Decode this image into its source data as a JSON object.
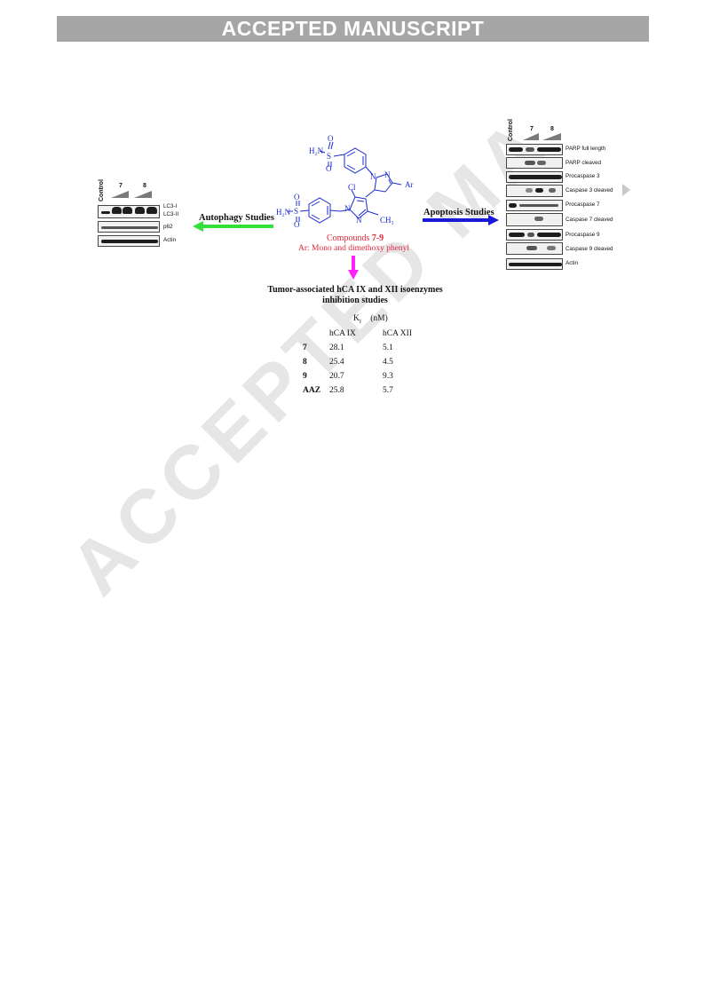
{
  "banner": {
    "text": "ACCEPTED MANUSCRIPT"
  },
  "watermark": {
    "text": "ACCEPTED MA"
  },
  "compound": {
    "title_prefix": "Compounds ",
    "title_bold": "7-9",
    "ar_note": "Ar: Mono and dimethoxy phenyl",
    "atoms": {
      "h2n_top": "H₂N",
      "s_top": "S",
      "o_top1": "O",
      "o_top2": "O",
      "n1": "N",
      "n2": "N",
      "ar": "Ar",
      "cl": "Cl",
      "h2n_left": "H₂N",
      "s_left": "S",
      "o_left1": "O",
      "o_left2": "O",
      "n3": "N",
      "n4": "N",
      "ch3": "CH₃"
    }
  },
  "autophagy": {
    "label": "Autophagy Studies",
    "control_label": "Control",
    "doses": [
      "7",
      "8"
    ],
    "bands": [
      "LC3-I",
      "LC3-II",
      "p62",
      "Actin"
    ]
  },
  "apoptosis": {
    "label": "Apoptosis  Studies",
    "control_label": "Control",
    "doses": [
      "7",
      "8"
    ],
    "bands": [
      "PARP full length",
      "PARP cleaved",
      "Procaspase 3",
      "Caspase 3 cleaved",
      "Procaspase 7",
      "Caspase 7 cleaved",
      "Procaspase 9",
      "Caspase 9 cleaved",
      "Actin"
    ]
  },
  "inhibition": {
    "title_line1": "Tumor-associated hCA IX and XII isoenzymes",
    "title_line2": "inhibition studies",
    "ki_header": "K",
    "ki_sub": "I",
    "ki_unit": "(nM)",
    "col_headers": [
      "hCA IX",
      "hCA XII"
    ],
    "rows": [
      {
        "compound": "7",
        "hca_ix": "28.1",
        "hca_xii": "5.1"
      },
      {
        "compound": "8",
        "hca_ix": "25.4",
        "hca_xii": "4.5"
      },
      {
        "compound": "9",
        "hca_ix": "20.7",
        "hca_xii": "9.3"
      },
      {
        "compound": "AAZ",
        "hca_ix": "25.8",
        "hca_xii": "5.7"
      }
    ]
  },
  "colors": {
    "banner_bg": "#a6a6a6",
    "molecule_blue": "#1a2bd1",
    "compound_red": "#e0283b",
    "autophagy_arrow": "#33e03a",
    "apoptosis_arrow": "#1a1ad6",
    "down_arrow": "#ff22ff"
  }
}
